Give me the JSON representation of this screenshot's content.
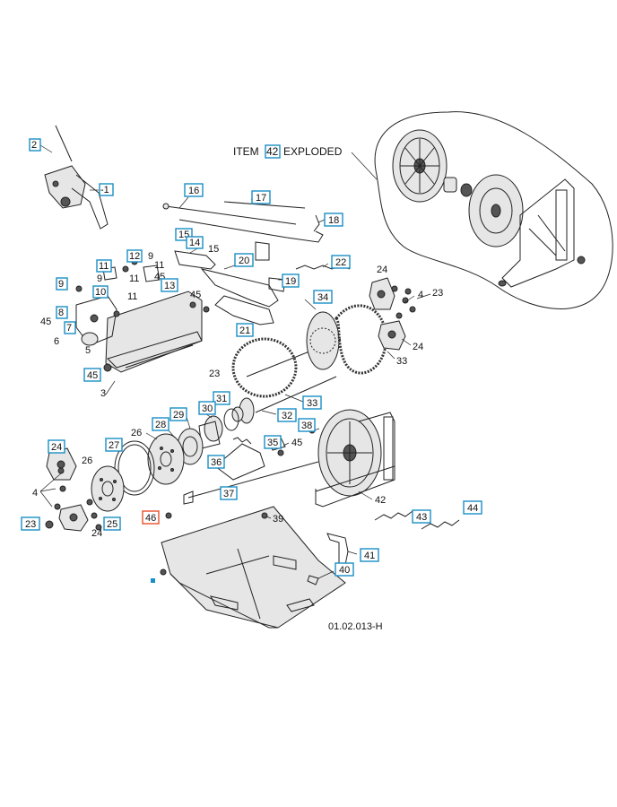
{
  "exploded_caption": {
    "prefix": "ITEM",
    "item": "42",
    "suffix": "EXPLODED"
  },
  "drawing_number": "01.02.013-H",
  "highlight_color": "#e8502a",
  "box_color": "#1a8fc4",
  "callouts": {
    "c2": "2",
    "c1": "-1",
    "c16": "16",
    "c17": "17",
    "c18": "18",
    "c15a": "15",
    "c14": "14",
    "c15b": "15",
    "c20": "20",
    "c19": "19",
    "c22": "22",
    "c11a": "11",
    "c12": "12",
    "c9a": "9",
    "c11b": "11",
    "c9b": "9",
    "c11c": "11",
    "c45a": "45",
    "c13": "13",
    "c9c": "9",
    "c10": "10",
    "c11d": "11",
    "c8": "8",
    "c45b": "45",
    "c7": "7",
    "c6": "6",
    "c5": "5",
    "c45c": "45",
    "c45d": "45",
    "c3": "3",
    "c21": "21",
    "c34": "34",
    "c24a": "24",
    "c4a": "4",
    "c23a": "23",
    "c24b": "24",
    "c33a": "33",
    "c23b": "23",
    "c31": "31",
    "c33b": "33",
    "c30": "30",
    "c29": "29",
    "c32": "32",
    "c28": "28",
    "c38": "38",
    "c26": "26",
    "c27": "27",
    "c35": "35",
    "c45e": "45",
    "c24c": "24",
    "c36": "36",
    "c37": "37",
    "c4b": "4",
    "c42": "42",
    "c46": "46",
    "c39": "39",
    "c25": "25",
    "c23c": "23",
    "c24d": "24",
    "c43": "43",
    "c44": "44",
    "c41": "41",
    "c40": "40"
  }
}
